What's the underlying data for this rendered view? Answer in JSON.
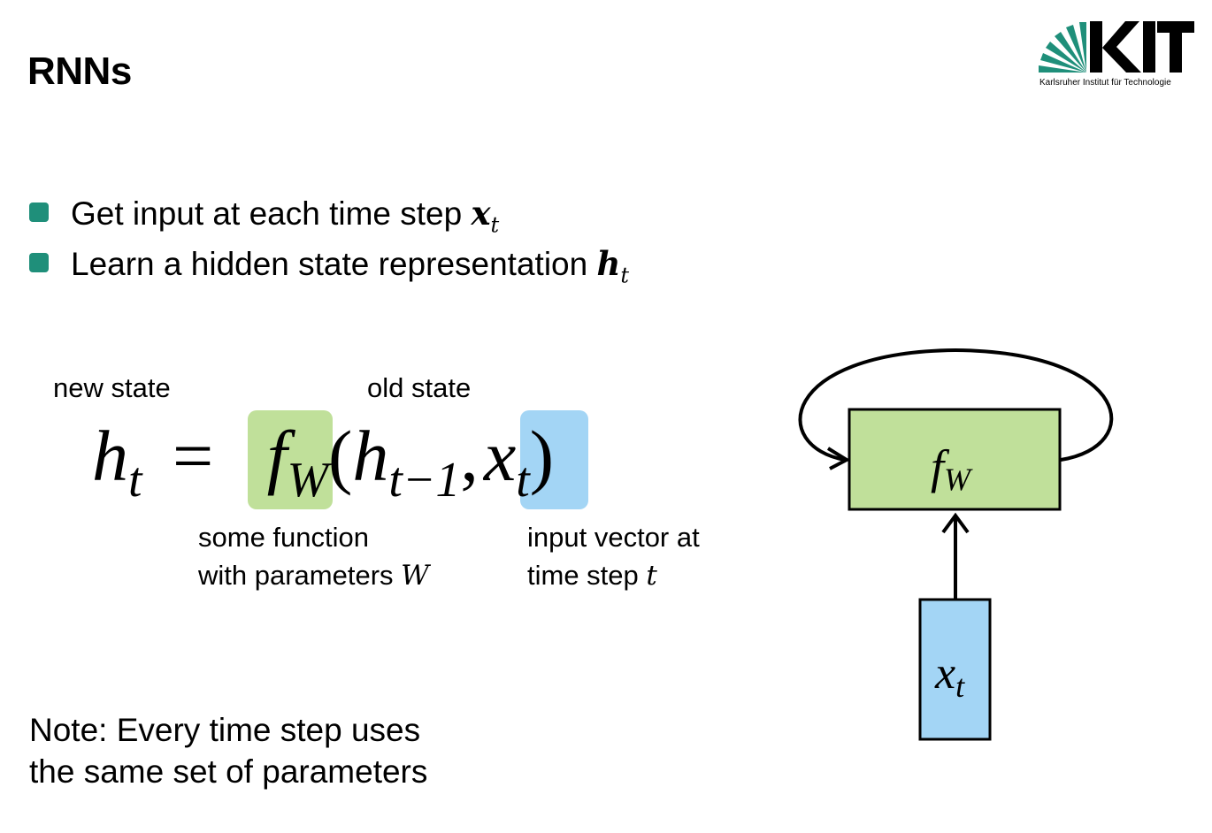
{
  "slide": {
    "title": "RNNs",
    "logo": {
      "text": "KIT",
      "caption": "Karlsruher Institut für Technologie",
      "brand_color": "#1f8f7a"
    }
  },
  "bullets": [
    {
      "text": "Get input at each time step ",
      "symbol": "x",
      "subscript": "t"
    },
    {
      "text": "Learn a hidden state representation ",
      "symbol": "h",
      "subscript": "t"
    }
  ],
  "equation": {
    "lhs": "h",
    "lhs_sub": "t",
    "equals": "=",
    "func": "f",
    "func_sub": "W",
    "open_paren": "(",
    "arg1": "h",
    "arg1_sub": "t−1",
    "comma": ",",
    "arg2": "x",
    "arg2_sub": "t",
    "close_paren": ")",
    "highlight_colors": {
      "function": "#c0e09a",
      "input": "#a3d5f5"
    }
  },
  "annotations": {
    "new_state": "new state",
    "old_state": "old state",
    "function_line1": "some function",
    "function_line2": "with parameters ",
    "function_symbol": "W",
    "input_line1": "input vector at",
    "input_line2": "time step ",
    "input_symbol": "t"
  },
  "diagram": {
    "function_box": {
      "symbol": "f",
      "subscript": "W",
      "color": "#c0e09a"
    },
    "input_box": {
      "symbol": "x",
      "subscript": "t",
      "color": "#a3d5f5"
    }
  },
  "note": {
    "line1": "Note: Every time step uses",
    "line2": "the same set of parameters"
  }
}
